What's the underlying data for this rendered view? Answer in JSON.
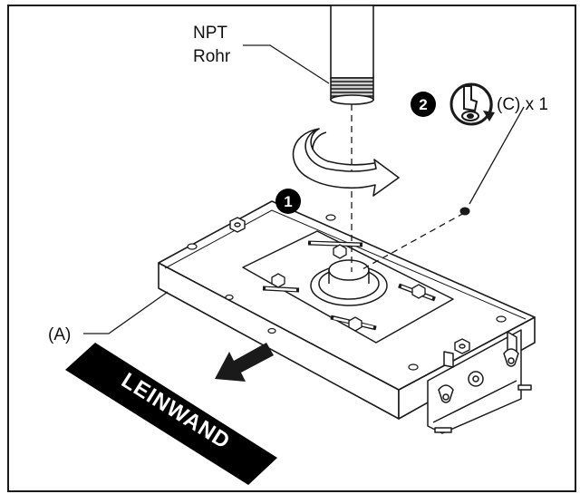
{
  "labels": {
    "pipe_line1": "NPT",
    "pipe_line2": "Rohr",
    "part_c": "(C) x 1",
    "part_a": "(A)",
    "screen": "LEINWAND"
  },
  "steps": {
    "step1": "1",
    "step2": "2"
  },
  "colors": {
    "line": "#1a1a1a",
    "badge": "#000000",
    "screen_band": "#000000",
    "background": "#ffffff"
  },
  "icons": {
    "pipe": "npt-pipe",
    "rotation": "rotation-arrow-icon",
    "set_screw": "set-screw-icon",
    "screen_direction": "arrow-icon"
  }
}
